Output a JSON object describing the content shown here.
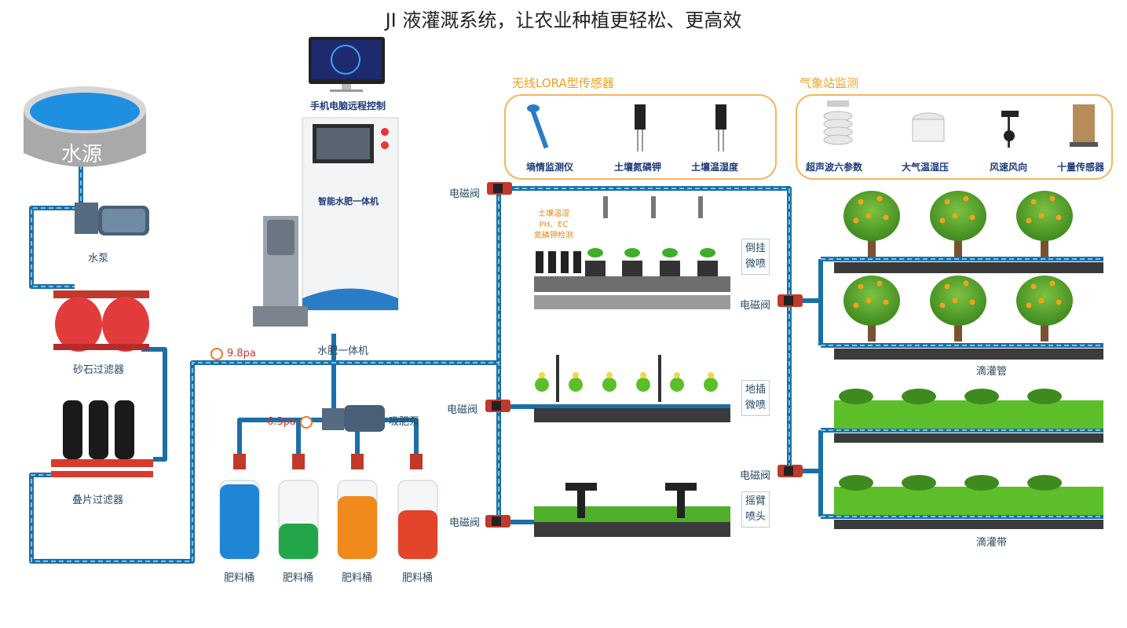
{
  "title": "JI 液灌溉系统，让农业种植更轻松、更高效",
  "water_source": {
    "label": "水源"
  },
  "equipment": {
    "pump": "水泵",
    "sand_filter": "砂石过滤器",
    "disc_filter": "叠片过滤器",
    "fertigation_machine": "水肥一体机",
    "machine_panel_text": "智能水肥一体机",
    "remote_control": "手机电脑远程控制",
    "suction_pump": "吸肥泵"
  },
  "pressure": {
    "main": "9.8pa",
    "suction": "6.3pa"
  },
  "tanks": [
    {
      "label": "肥料桶",
      "color": "#1f86d6",
      "fill": 0.95
    },
    {
      "label": "肥料桶",
      "color": "#23a64a",
      "fill": 0.45
    },
    {
      "label": "肥料桶",
      "color": "#f08a1c",
      "fill": 0.8
    },
    {
      "label": "肥料桶",
      "color": "#e2452a",
      "fill": 0.62
    }
  ],
  "valves": {
    "label": "电磁阀"
  },
  "sensors_group": {
    "title": "无线LORA型传感器",
    "items": [
      "墒情监测仪",
      "土壤氮磷钾",
      "土壤温湿度"
    ]
  },
  "weather_group": {
    "title": "气象站监测",
    "items": [
      "超声波六参数",
      "大气温湿压",
      "风速风向",
      "十量传感器"
    ]
  },
  "zones": {
    "hanging_sensor_note": [
      "土壤温湿",
      "PH、EC",
      "氮磷钾检测"
    ],
    "hanging": "倒挂\n微喷",
    "ground": "地插\n微喷",
    "rocker": "摇臂\n喷头",
    "drip_pipe": "滴灌管",
    "drip_tape": "滴灌带"
  },
  "colors": {
    "pipe": "#1b6fa8",
    "pipe_light": "#7ec3ea",
    "accent": "#f5b45a"
  }
}
